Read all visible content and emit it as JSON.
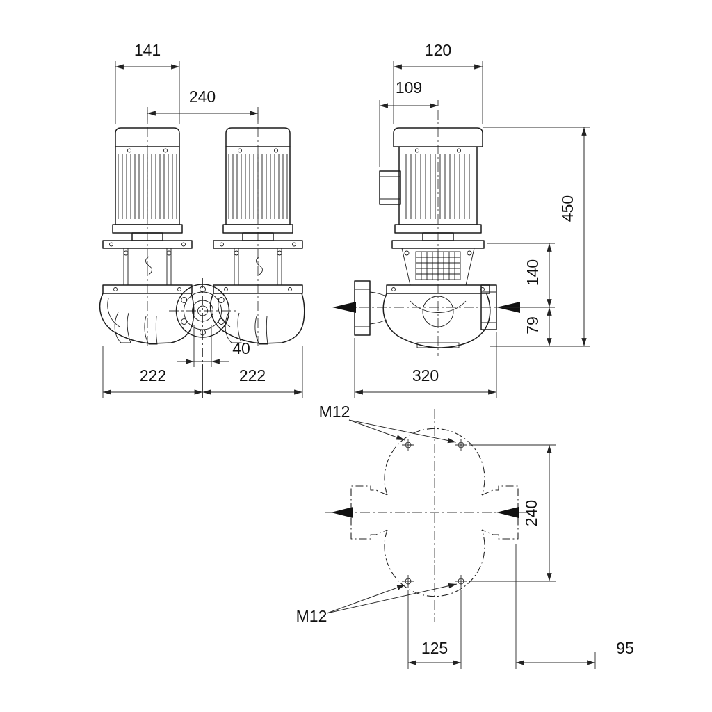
{
  "front_view": {
    "dim_fan_width": "141",
    "dim_head_spacing": "240",
    "dim_port_offset": "40",
    "dim_left_half": "222",
    "dim_right_half": "222"
  },
  "side_view": {
    "dim_motor_width": "120",
    "dim_box_offset": "109",
    "dim_total_height": "450",
    "dim_lantern_height": "140",
    "dim_port_height": "79",
    "dim_overall_width": "320"
  },
  "plan_view": {
    "thread_label_top": "M12",
    "thread_label_bottom": "M12",
    "dim_bolt_span_vertical": "240",
    "dim_bolt_span_horizontal": "125",
    "dim_edge_offset": "95"
  }
}
